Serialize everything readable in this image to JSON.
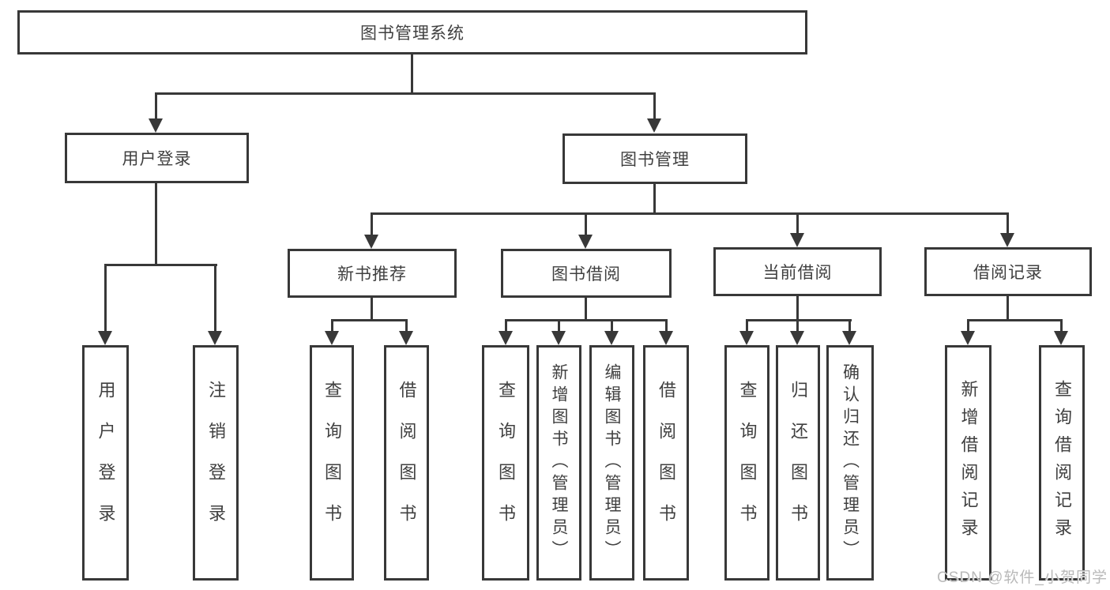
{
  "diagram": {
    "root": "图书管理系统",
    "branches": [
      {
        "label": "用户登录",
        "children": [
          "用户登录",
          "注销登录"
        ]
      },
      {
        "label": "图书管理",
        "sections": [
          {
            "label": "新书推荐",
            "children": [
              "查询图书",
              "借阅图书"
            ]
          },
          {
            "label": "图书借阅",
            "children": [
              "查询图书",
              "新增图书（管理员）",
              "编辑图书（管理员）",
              "借阅图书"
            ]
          },
          {
            "label": "当前借阅",
            "children": [
              "查询图书",
              "归还图书",
              "确认归还（管理员）"
            ]
          },
          {
            "label": "借阅记录",
            "children": [
              "新增借阅记录",
              "查询借阅记录"
            ]
          }
        ]
      }
    ]
  },
  "watermark": {
    "text": "CSDN @软件_小贺同学"
  },
  "colors": {
    "line": "#383838",
    "text": "#404040",
    "watermark": "#b9b9b9",
    "background": "#ffffff"
  }
}
